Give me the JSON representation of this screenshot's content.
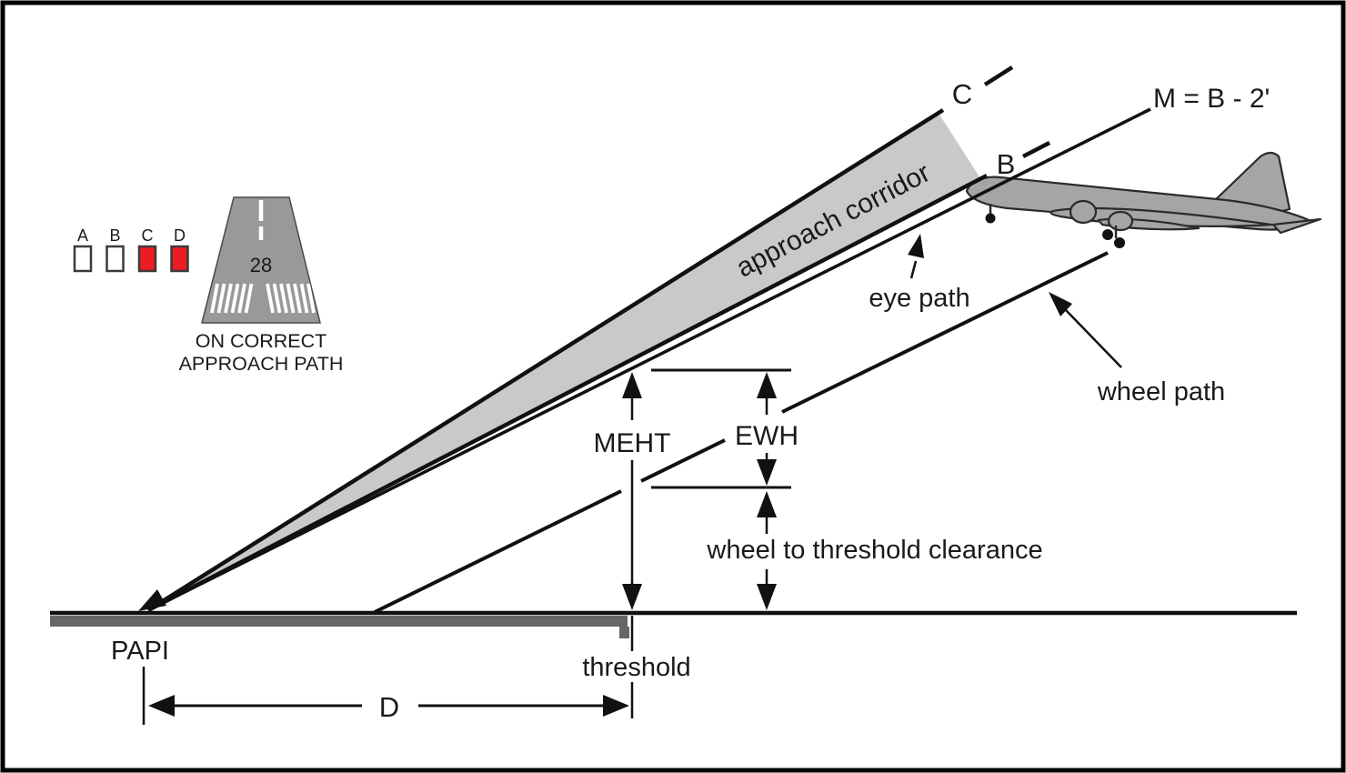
{
  "diagram": {
    "title_hint": "PAPI approach geometry diagram",
    "legend": {
      "lights": [
        {
          "label": "A",
          "fill": "#ffffff"
        },
        {
          "label": "B",
          "fill": "#ffffff"
        },
        {
          "label": "C",
          "fill": "#ed1c24"
        },
        {
          "label": "D",
          "fill": "#ed1c24"
        }
      ],
      "runway_number": "28",
      "caption_line1": "ON CORRECT",
      "caption_line2": "APPROACH PATH"
    },
    "labels": {
      "corridor": "approach corridor",
      "c": "C",
      "b": "B",
      "m_equation": "M = B - 2'",
      "eye_path": "eye path",
      "wheel_path": "wheel path",
      "meht": "MEHT",
      "ewh": "EWH",
      "wheel_clearance": "wheel to threshold clearance",
      "papi": "PAPI",
      "threshold": "threshold",
      "d": "D"
    },
    "colors": {
      "corridor_fill": "#c9c9cc",
      "runway_fill": "#999999",
      "runway_marking": "#ffffff",
      "ground_bar": "#666666",
      "aircraft_fill": "#a5a5a8",
      "line": "#111111",
      "red_light": "#ed1c24"
    }
  }
}
